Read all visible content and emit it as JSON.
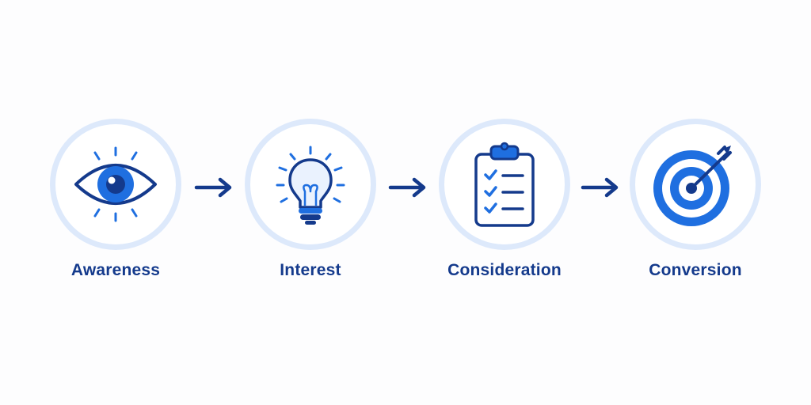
{
  "stages": [
    {
      "label": "Awareness",
      "icon": "eye-icon"
    },
    {
      "label": "Interest",
      "icon": "lightbulb-icon"
    },
    {
      "label": "Consideration",
      "icon": "clipboard-checklist-icon"
    },
    {
      "label": "Conversion",
      "icon": "target-icon"
    }
  ],
  "arrow_icon": "arrow-right-icon",
  "colors": {
    "primary_dark": "#143a8c",
    "primary": "#1f6fe0",
    "ring": "#dde9fb",
    "background": "#fdfdfe"
  }
}
